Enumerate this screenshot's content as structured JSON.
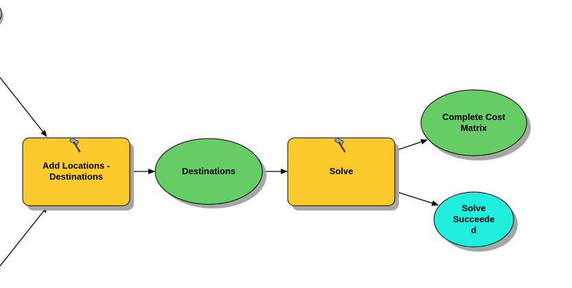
{
  "colors": {
    "tool_fill": "#FDCA2E",
    "data_fill": "#66CC66",
    "output_fill": "#22EEDD",
    "stroke": "#000000",
    "shadow": "#A6A6A6",
    "partial_node_fill": "#DDDDDD"
  },
  "nodes": {
    "add_locations": {
      "label": "Add Locations -\nDestinations",
      "kind": "tool",
      "icon": "hammer-icon"
    },
    "destinations": {
      "label": "Destinations",
      "kind": "data"
    },
    "solve": {
      "label": "Solve",
      "kind": "tool",
      "icon": "hammer-icon"
    },
    "cost_matrix": {
      "label": "Complete Cost\nMatrix",
      "kind": "data"
    },
    "solve_succeeded": {
      "label": "Solve\nSucceede\nd",
      "kind": "output"
    }
  }
}
